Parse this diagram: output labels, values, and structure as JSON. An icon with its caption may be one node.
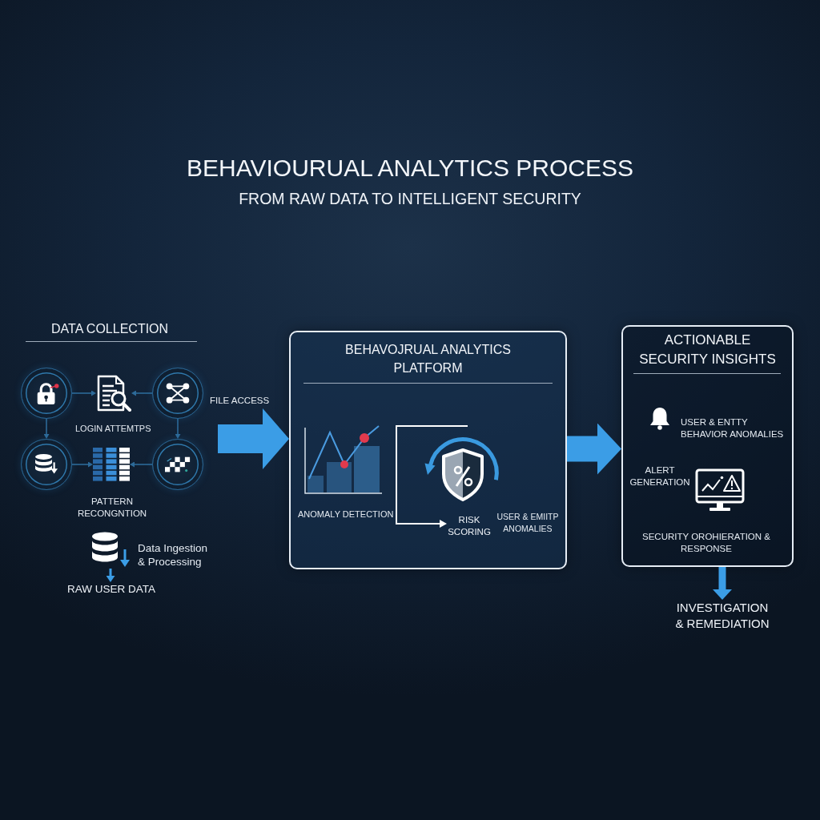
{
  "diagram": {
    "title": "BEHAVIOURUAL ANALYTICS PROCESS",
    "nodes": [
      {
        "text": [],
        "shape": "circle"
      },
      {
        "text": [],
        "shape": "picture"
      },
      {
        "text": [],
        "shape": "circle"
      },
      {
        "text": [],
        "shape": "circle"
      },
      {
        "text": [],
        "shape": "picture"
      },
      {
        "text": [],
        "shape": "circle"
      },
      {
        "text": [],
        "shape": "picture",
        "beside": [
          "Data Ingestion & Processing"
        ]
      },
      {
        "text": [
          "RAW USER DATA"
        ]
      },
      {
        "text": [
          "BEHAVOJRUAL ANALYTICS PLATFORM"
        ]
      },
      {
        "text": [
          "RISK SCORING"
        ],
        "in": 8
      },
      {
        "text": [
          "ACTIONABLE SECURITY INSIGHTS"
        ]
      },
      {
        "text": [
          "INVESTIGATION & REMEDIATION"
        ]
      }
    ],
    "edges": [
      {
        "from": 0,
        "to": 1,
        "arrow": "to"
      },
      {
        "from": 2,
        "to": 1,
        "arrow": "to"
      },
      {
        "from": 0,
        "to": 3,
        "arrow": "to"
      },
      {
        "from": 2,
        "to": 5,
        "arrow": "to"
      },
      {
        "from": 3,
        "to": 4,
        "arrow": "to"
      },
      {
        "from": 5,
        "to": 4,
        "arrow": "to"
      },
      {
        "from": 6,
        "to": 7,
        "arrow": "to",
        "color": "#3b9de6"
      },
      {
        "from": null,
        "to": 8,
        "arrow": "to",
        "label": "FILE ACCESS",
        "style": "thick",
        "color": "#3b9de6"
      },
      {
        "from": null,
        "to": 9,
        "arrow": "to",
        "color": "#ffffff"
      },
      {
        "from": 8,
        "to": 10,
        "arrow": "to",
        "style": "thick",
        "color": "#3b9de6"
      },
      {
        "from": 10,
        "to": 11,
        "arrow": "to",
        "style": "thick",
        "color": "#3b9de6"
      }
    ],
    "labels": [
      "FROM RAW DATA TO INTELLIGENT SECURITY",
      "DATA COLLECTION",
      "LOGIN ATTEMTPS",
      "PATTERN RECONGNTION",
      "ANOMALY DETECTION",
      "USER & EMIITP ANOMALIES",
      "USER & ENTTY BEHAVIOR ANOMALIES",
      "ALERT GENERATION",
      "SECURITY OROHIERATION & RESPONSE"
    ]
  }
}
